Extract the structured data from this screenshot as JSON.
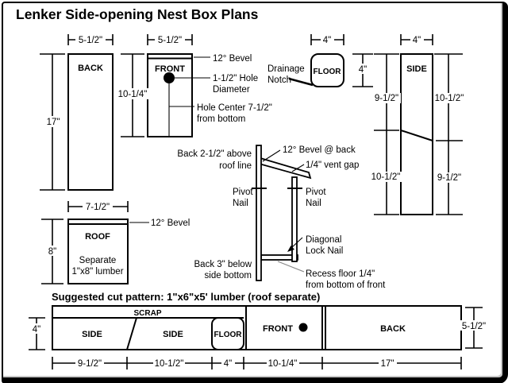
{
  "title": "Lenker Side-opening Nest Box Plans",
  "panels": {
    "back": {
      "label": "BACK",
      "width": "5-1/2\"",
      "height": "17\""
    },
    "front": {
      "label": "FRONT",
      "width": "5-1/2\"",
      "height": "10-1/4\"",
      "bevel": "12° Bevel",
      "hole1": "1-1/2\" Hole",
      "hole2": "Diameter",
      "center1": "Hole Center 7-1/2\"",
      "center2": "from bottom"
    },
    "floor": {
      "label": "FLOOR",
      "width": "4\"",
      "height": "4\"",
      "notch1": "Drainage",
      "notch2": "Notch"
    },
    "side": {
      "label": "SIDE",
      "width": "4\"",
      "left_top": "9-1/2\"",
      "left_bottom": "10-1/2\"",
      "right_top": "10-1/2\"",
      "right_bottom": "9-1/2\""
    },
    "roof": {
      "label": "ROOF",
      "width": "7-1/2\"",
      "height": "8\"",
      "bevel": "12° Bevel",
      "note1": "Separate",
      "note2": "1\"x8\" lumber"
    }
  },
  "assembly": {
    "bevel_back": "12° Bevel @ back",
    "vent_gap": "1/4\" vent gap",
    "back_above1": "Back 2-1/2\" above",
    "back_above2": "roof line",
    "pivot1": "Pivot",
    "pivot2": "Nail",
    "diagonal1": "Diagonal",
    "diagonal2": "Lock Nail",
    "back_below1": "Back 3\" below",
    "back_below2": "side bottom",
    "recess1": "Recess floor 1/4\"",
    "recess2": "from bottom of front"
  },
  "cut": {
    "title": "Suggested cut pattern: 1\"x6\"x5' lumber (roof separate)",
    "scrap": "SCRAP",
    "side1": "SIDE",
    "side2": "SIDE",
    "floor": "FLOOR",
    "front": "FRONT",
    "back": "BACK",
    "dim_side1": "9-1/2\"",
    "dim_side2": "10-1/2\"",
    "dim_floor": "4\"",
    "dim_front": "10-1/4\"",
    "dim_back": "17\"",
    "height": "4\"",
    "board_width": "5-1/2\""
  }
}
